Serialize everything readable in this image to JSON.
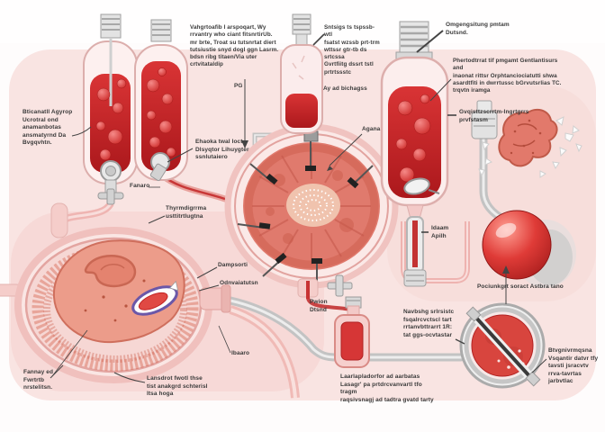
{
  "figure": {
    "kind": "medical-illustration",
    "subject": "blood-organ-perfusion-apparatus"
  },
  "colors": {
    "wash_pink": "#f9e4e2",
    "deep_wash": "#f5d6d3",
    "glass_pink": "#fceeed",
    "glass_edge": "#ddafad",
    "liquid_red": "#c8262a",
    "cell_red": "#e05050",
    "pipe_gray": "#c3c3c3",
    "sphere_red": "#c22525",
    "tissue_red": "#e07a6d",
    "organ_coral": "#ec9c8a",
    "label_ink": "#3a3a3a"
  },
  "labels": {
    "bottle_supply": {
      "text": "Bticanatll Agyrop\nUcrotral ond\nanamanbotas\nansmatyrnd Da\nBvgqvhtn."
    },
    "top_note": {
      "text": "Vahgrtoafib I arspoqart, Wy\nrrvantry who ciant fitsnrtirUb.\nmr brte, Troat su tutsnrtat diert\ntutsiustie snyd dogl ggn Lasrm.\nbdsn ribg titaen/Via uter\ncrtvitataldip"
    },
    "pg": {
      "text": "PG"
    },
    "check_valve": {
      "text": "Ehaoka twal loct\nDlsyqtor Lihuygter\nssnlutaiero"
    },
    "fanaro": {
      "text": "Fanaro"
    },
    "thermo": {
      "text": "Thyrmdigrrma\nusttitrtlugtna"
    },
    "bottle3_note": {
      "text": "Sntsigs ts tspssb-wtl\nfsatst wzssb prt-trm\nwttssr gtr-tb ds srtcssa\nGvrtfiitg dssrt tstl\nprtrtssstc"
    },
    "cap_note": {
      "text": "Omgengsitung pmtam\nDutsnd."
    },
    "right_para": {
      "text": "Phertodtrrat tif pmgamt Gentlantisurs and\ninaonat rittsr Orphtanciociatutti shwa\nasardtfiti in dwrrtussc bGrvutsrlias TC.\ntrqvtn iramga"
    },
    "oxygenator": {
      "text": "Gvqisttzscrrtm-Ingrtgrrs\nprvfstasm"
    },
    "ay_note": {
      "text": "Ay ad bichagss"
    },
    "agana": {
      "text": "Agana"
    },
    "dampsorti": {
      "text": "Dampsorti"
    },
    "odnvaiatutsn": {
      "text": "Odnvaiatutsn"
    },
    "ibaaro": {
      "text": "Ibaaro"
    },
    "fannay": {
      "text": "Fannay ed\nFwrtrtb\nnrstelitsn."
    },
    "lansdrot": {
      "text": "Lansdrot fwotl thse\ntist anakgrd schterisl\nltsa hoga"
    },
    "pwion": {
      "text": "Pwion\nDtsnd"
    },
    "idaam": {
      "text": "Idaam\n  Apilh"
    },
    "perfusion_line": {
      "text": "Pociunkgrt soract Astbra tano"
    },
    "navbshg": {
      "text": "Navbshg srlrsistc\nfsqalrcvctscl tart\nrrtanvbttrarrt 1R:\ntat ggs-ocvtastar"
    },
    "btvgn": {
      "text": "Btvgnivrmqsna\nVsqantir datvr tfy\ntavsti jsracvtv\nrrva-tavrtas\njarbvtlac"
    },
    "bottom_long": {
      "text": "Laarlapladorfor ad aarbatas\nLasagr' pa prtdrcvanvartl tfo tragm\nraqsivsnagj ad tadtra gvatd tarty"
    }
  }
}
